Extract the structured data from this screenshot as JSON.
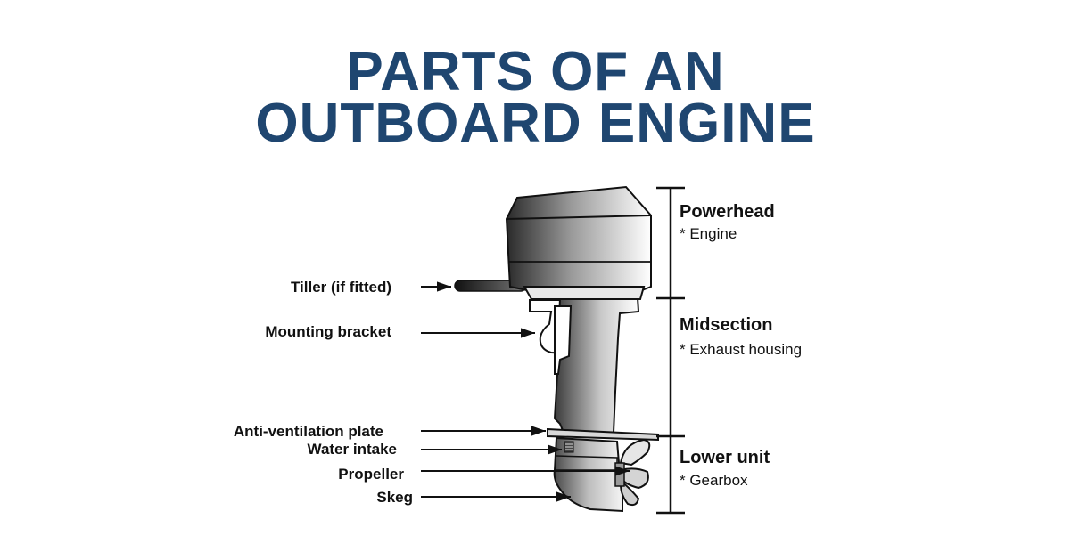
{
  "title": {
    "line1": "PARTS OF AN",
    "line2": "OUTBOARD ENGINE"
  },
  "colors": {
    "title": "#1f4670",
    "outline": "#111111"
  },
  "labels": {
    "tiller": "Tiller (if fitted)",
    "mounting_bracket": "Mounting bracket",
    "anti_ventilation": "Anti-ventilation plate",
    "water_intake": "Water intake",
    "propeller": "Propeller",
    "skeg": "Skeg"
  },
  "sections": {
    "powerhead": {
      "name": "Powerhead",
      "detail": "* Engine"
    },
    "midsection": {
      "name": "Midsection",
      "detail": "* Exhaust housing"
    },
    "lower_unit": {
      "name": "Lower unit",
      "detail": "* Gearbox"
    }
  }
}
